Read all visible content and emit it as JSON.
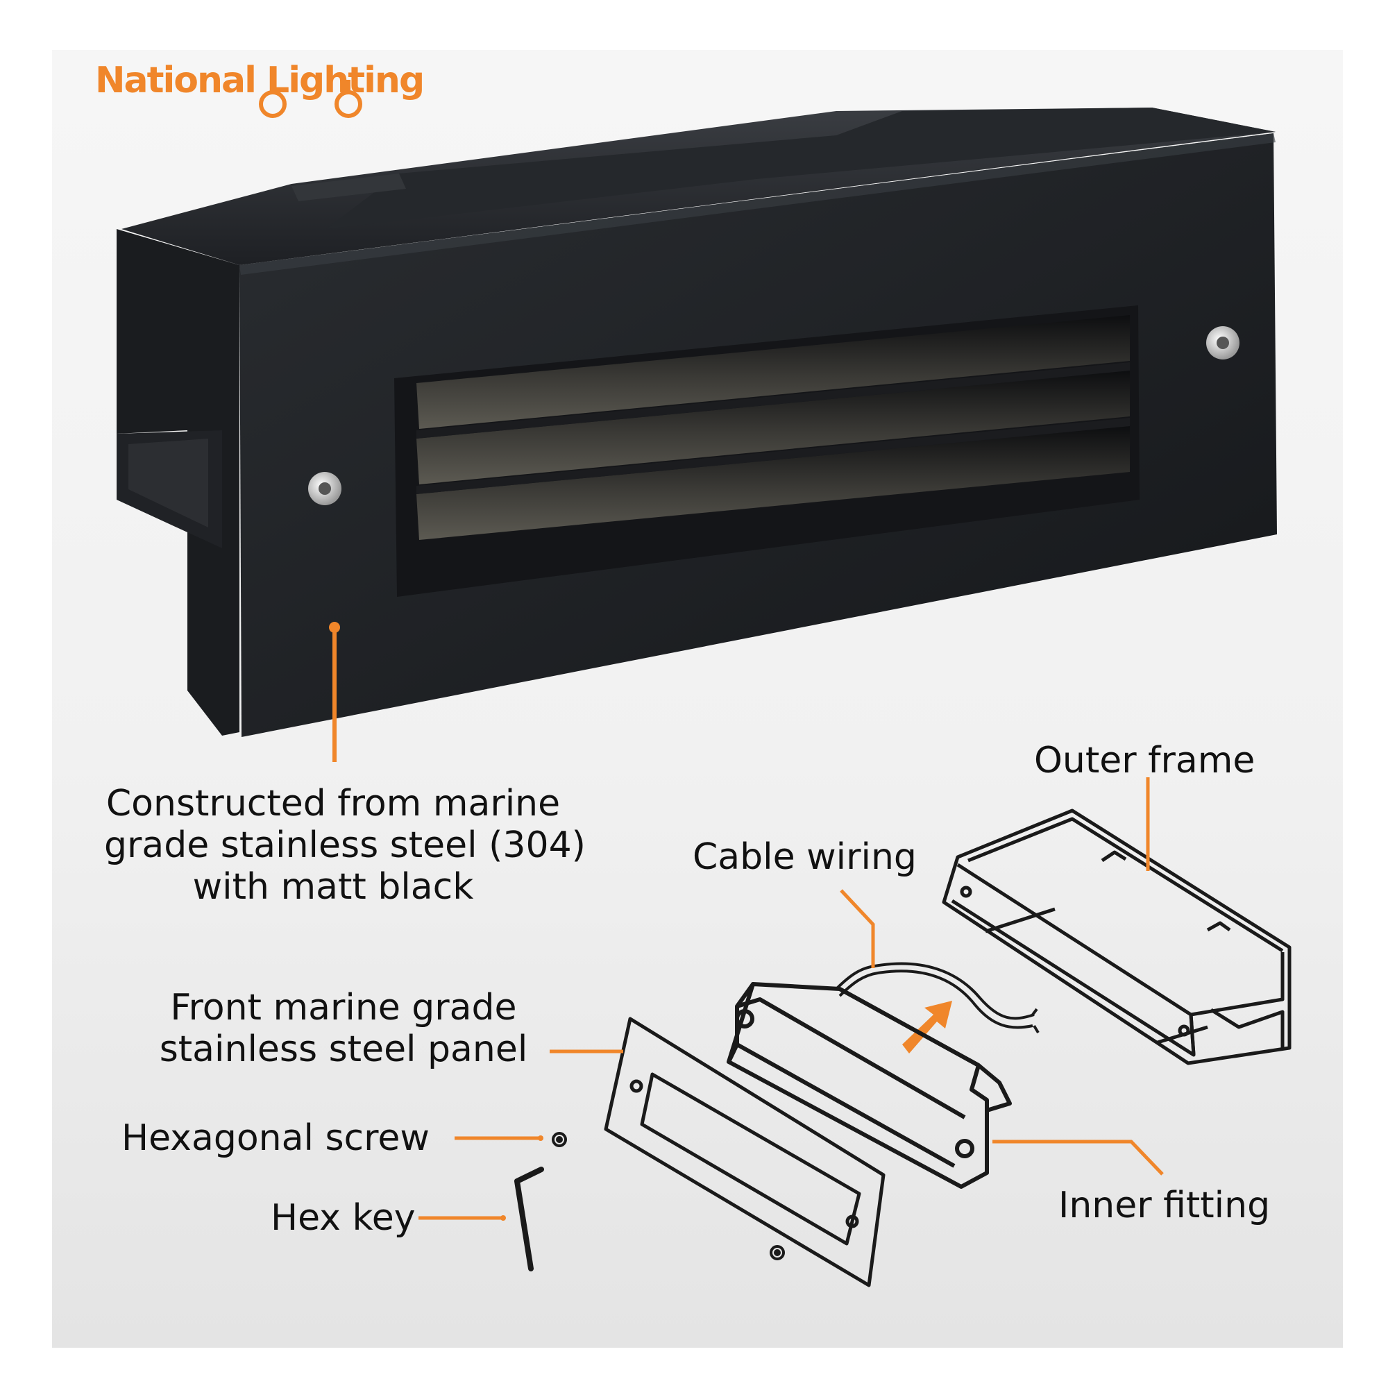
{
  "brand": {
    "name": "National Lighting"
  },
  "colors": {
    "accent": "#f0862a",
    "product": "#1b1d20",
    "line_drawing": "#1a1a1a"
  },
  "callouts": {
    "material": [
      "Constructed from marine",
      "grade stainless steel (304)",
      "with matt black"
    ],
    "outer_frame": "Outer frame",
    "cable_wiring": "Cable wiring",
    "front_panel": [
      "Front marine grade",
      "stainless steel panel"
    ],
    "hex_screw": "Hexagonal screw",
    "hex_key": "Hex key",
    "inner_fitting": "Inner fitting"
  }
}
